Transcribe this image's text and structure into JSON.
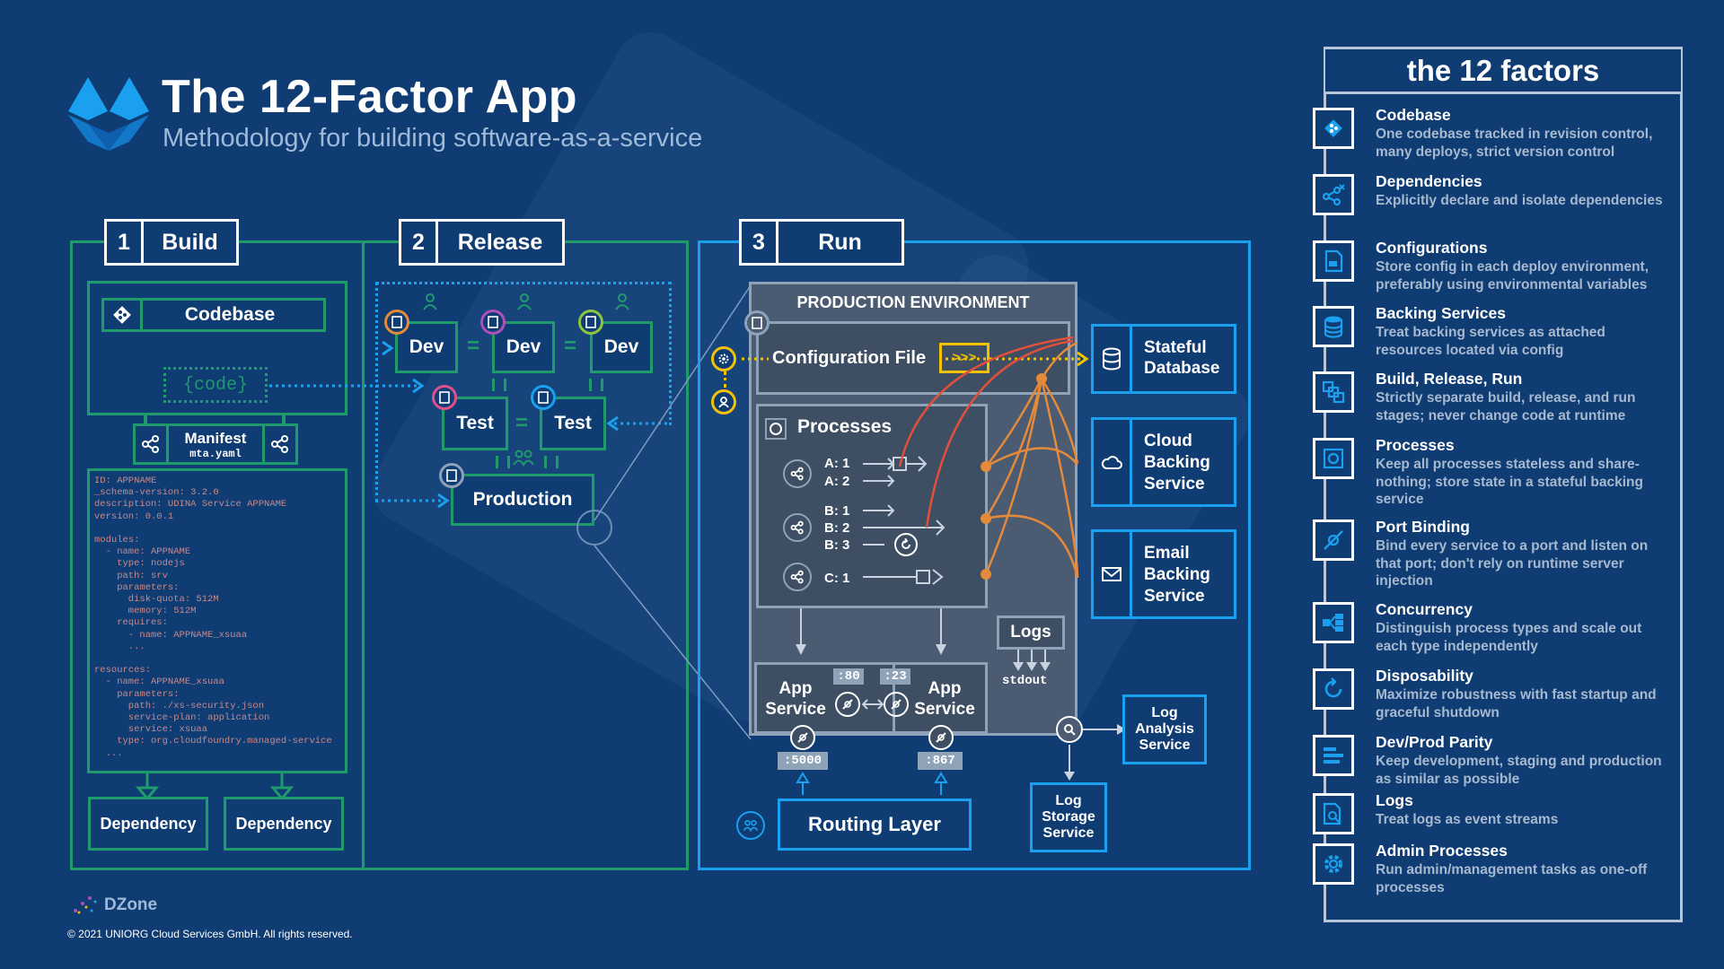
{
  "header": {
    "title": "The 12-Factor App",
    "subtitle": "Methodology for building software-as-a-service"
  },
  "build": {
    "num": "1",
    "label": "Build",
    "codebase": "Codebase",
    "code_tag": "{code}",
    "manifest": "Manifest",
    "manifest_file": "mta.yaml",
    "yaml_lines": [
      "ID: APPNAME",
      "_schema-version: 3.2.0",
      "description: UDINA Service APPNAME",
      "version: 0.0.1",
      "",
      "modules:",
      "  - name: APPNAME",
      "    type: nodejs",
      "    path: srv",
      "    parameters:",
      "      disk-quota: 512M",
      "      memory: 512M",
      "    requires:",
      "      - name: APPNAME_xsuaa",
      "      ...",
      "",
      "resources:",
      "  - name: APPNAME_xsuaa",
      "    parameters:",
      "      path: ./xs-security.json",
      "      service-plan: application",
      "      service: xsuaa",
      "    type: org.cloudfoundry.managed-service",
      "  ..."
    ],
    "dependency_1": "Dependency",
    "dependency_2": "Dependency"
  },
  "release": {
    "num": "2",
    "label": "Release",
    "dev_1": "Dev",
    "dev_2": "Dev",
    "dev_3": "Dev",
    "test_1": "Test",
    "test_2": "Test",
    "production": "Production",
    "eq_1": "=",
    "eq_2": "=",
    "eq_3": "="
  },
  "run": {
    "num": "3",
    "label": "Run",
    "env_title": "PRODUCTION ENVIRONMENT",
    "config_file": "Configuration File",
    "config_arrow": ">>>",
    "processes": "Processes",
    "proc_a1": "A: 1",
    "proc_a2": "A: 2",
    "proc_b1": "B: 1",
    "proc_b2": "B: 2",
    "proc_b3": "B: 3",
    "proc_c1": "C: 1",
    "logs": "Logs",
    "stdout": "stdout",
    "app_service_1": "App\nService",
    "app_service_2": "App\nService",
    "port_80": ":80",
    "port_23": ":23",
    "port_5000": ":5000",
    "port_867": ":867",
    "routing_layer": "Routing Layer",
    "stateful_db": "Stateful\nDatabase",
    "cloud_backing": "Cloud\nBacking\nService",
    "email_backing": "Email\nBacking\nService",
    "log_analysis": "Log\nAnalysis\nService",
    "log_storage": "Log\nStorage\nService"
  },
  "factors_panel": {
    "title": "the 12 factors",
    "items": [
      {
        "title": "Codebase",
        "desc": "One codebase tracked in revision control, many deploys, strict version control",
        "icon": "git-icon"
      },
      {
        "title": "Dependencies",
        "desc": "Explicitly declare and isolate dependencies",
        "icon": "share-icon"
      },
      {
        "title": "Configurations",
        "desc": "Store config in each deploy environment, preferably using environmental variables",
        "icon": "config-file-icon"
      },
      {
        "title": "Backing Services",
        "desc": "Treat backing services as attached resources located via config",
        "icon": "database-icon"
      },
      {
        "title": "Build, Release, Run",
        "desc": "Strictly separate build, release, and run stages; never change code at runtime",
        "icon": "stages-icon"
      },
      {
        "title": "Processes",
        "desc": "Keep all processes stateless and share-nothing; store state in a stateful backing service",
        "icon": "chip-icon"
      },
      {
        "title": "Port Binding",
        "desc": "Bind every service to a port and listen on that port; don't rely on runtime server injection",
        "icon": "plug-icon"
      },
      {
        "title": "Concurrency",
        "desc": "Distinguish process types and scale out each type independently",
        "icon": "scale-icon"
      },
      {
        "title": "Disposability",
        "desc": "Maximize robustness with fast startup and graceful shutdown",
        "icon": "refresh-icon"
      },
      {
        "title": "Dev/Prod Parity",
        "desc": "Keep development, staging and production as similar as possible",
        "icon": "parity-icon"
      },
      {
        "title": "Logs",
        "desc": "Treat logs as event streams",
        "icon": "log-search-icon"
      },
      {
        "title": "Admin Processes",
        "desc": "Run admin/management tasks as one-off processes",
        "icon": "gear-icon"
      }
    ]
  },
  "footer": {
    "brand": "DZone",
    "copyright": "© 2021 UNIORG Cloud Services GmbH. All rights reserved."
  },
  "colors": {
    "background": "#0f3c73",
    "build_green": "#1e9a6b",
    "run_blue": "#1aa0ee",
    "config_yellow": "#f2c200",
    "connector_orange": "#e58a3a",
    "connector_red": "#e0503c"
  }
}
